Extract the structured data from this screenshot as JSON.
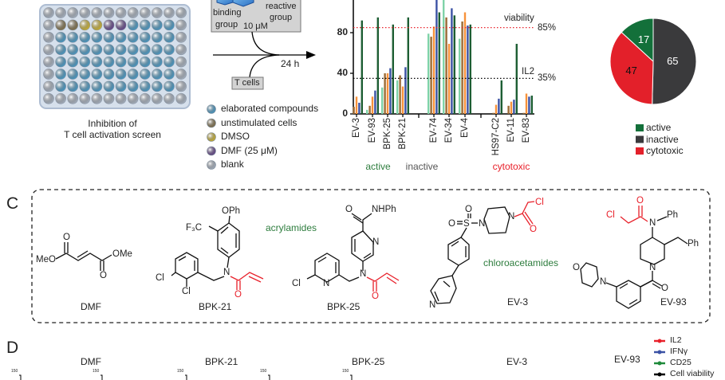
{
  "panel_a": {
    "plate_caption_line1": "Inhibition of",
    "plate_caption_line2": "T cell activation screen",
    "box_binding_line1": "binding",
    "box_binding_line2": "group",
    "box_reactive_line1": "reactive",
    "box_reactive_line2": "group",
    "box_concentration": "10 μM",
    "incubation_time": "24 h",
    "t_cells_label": "T cells",
    "legend": [
      {
        "label": "elaborated compounds",
        "color": "#5bb8ea"
      },
      {
        "label": "unstimulated cells",
        "color": "#9c8a5f"
      },
      {
        "label": "DMSO",
        "color": "#f3d640"
      },
      {
        "label": "DMF (25 μM)",
        "color": "#7d5aa8"
      },
      {
        "label": "blank",
        "color": "#c7d3e3"
      }
    ]
  },
  "chart_data": [
    {
      "type": "bar",
      "categories": [
        "EV-3",
        "EV-93",
        "BPK-25",
        "BPK-21",
        "EV-74",
        "EV-34",
        "EV-4",
        "HS97-C2",
        "EV-11",
        "EV-83"
      ],
      "series_colors": [
        "#7fd3a8",
        "#9b6a35",
        "#f7923a",
        "#3b52a5",
        "#1d5e33"
      ],
      "series": [
        {
          "values": [
            0,
            4,
            26,
            33,
            79,
            115,
            74,
            0,
            0,
            0
          ]
        },
        {
          "values": [
            7,
            8,
            40,
            38,
            76,
            95,
            91,
            1,
            8,
            1
          ]
        },
        {
          "values": [
            17,
            17,
            40,
            27,
            86,
            69,
            100,
            9,
            12,
            20
          ]
        },
        {
          "values": [
            11,
            23,
            45,
            46,
            115,
            104,
            87,
            15,
            14,
            17
          ]
        },
        {
          "values": [
            92,
            95,
            88,
            95,
            100,
            97,
            88,
            33,
            69,
            18
          ]
        }
      ],
      "yticks": [
        "0",
        "40",
        "80"
      ],
      "ylim": [
        0,
        112
      ],
      "groups": [
        {
          "label": "active",
          "color": "#2e7d3e"
        },
        {
          "label": "inactive",
          "color": "#555555"
        },
        {
          "label": "cytotoxic",
          "color": "#e8202a"
        }
      ],
      "reference_lines": [
        {
          "label": "viability",
          "value": 85,
          "value_label": "85%",
          "color": "#e8202a"
        },
        {
          "label": "IL2",
          "value": 35,
          "value_label": "35%",
          "color": "#000000"
        }
      ]
    },
    {
      "type": "pie",
      "slices": [
        {
          "label": "inactive",
          "value": 65,
          "color": "#3a3a3c"
        },
        {
          "label": "cytotoxic",
          "value": 47,
          "color": "#e3202a"
        },
        {
          "label": "active",
          "value": 17,
          "color": "#13703a"
        }
      ],
      "legend_order": [
        "active",
        "inactive",
        "cytotoxic"
      ],
      "legend": "bottom"
    }
  ],
  "panel_c": {
    "panel_letter": "C",
    "class_acrylamides": "acrylamides",
    "class_chloroacetamides": "chloroacetamides",
    "compounds": [
      "DMF",
      "BPK-21",
      "BPK-25",
      "EV-3",
      "EV-93"
    ],
    "atoms": {
      "dmf": {
        "meo": "MeO",
        "ome": "OMe",
        "o1": "O",
        "o2": "O"
      },
      "bpk21": {
        "oph": "OPh",
        "cf3": "F₃C",
        "n": "N",
        "cl1": "Cl",
        "cl2": "Cl",
        "o": "O"
      },
      "bpk25": {
        "nhph": "NHPh",
        "o1": "O",
        "npyr": "N",
        "n": "N",
        "npyr2": "N",
        "cl": "Cl",
        "o2": "O"
      },
      "ev3": {
        "s": "S",
        "o1": "O",
        "o2": "O",
        "n1": "N",
        "n2": "N",
        "o3": "O",
        "cl": "Cl",
        "npyr": "N"
      },
      "ev93": {
        "cl": "Cl",
        "o1": "O",
        "n1": "N",
        "ph1": "Ph",
        "ph2": "Ph",
        "n2": "N",
        "o2": "O",
        "n3": "N",
        "o3": "O"
      }
    }
  },
  "panel_d": {
    "panel_letter": "D",
    "titles": [
      "DMF",
      "BPK-21",
      "BPK-25",
      "EV-3",
      "EV-93"
    ],
    "ytick_top": "150",
    "legend": [
      {
        "label": "IL2",
        "color": "#e8202a"
      },
      {
        "label": "IFNγ",
        "color": "#3b52a5"
      },
      {
        "label": "CD25",
        "color": "#1f8a3b"
      },
      {
        "label": "Cell viability",
        "color": "#000000"
      }
    ]
  }
}
